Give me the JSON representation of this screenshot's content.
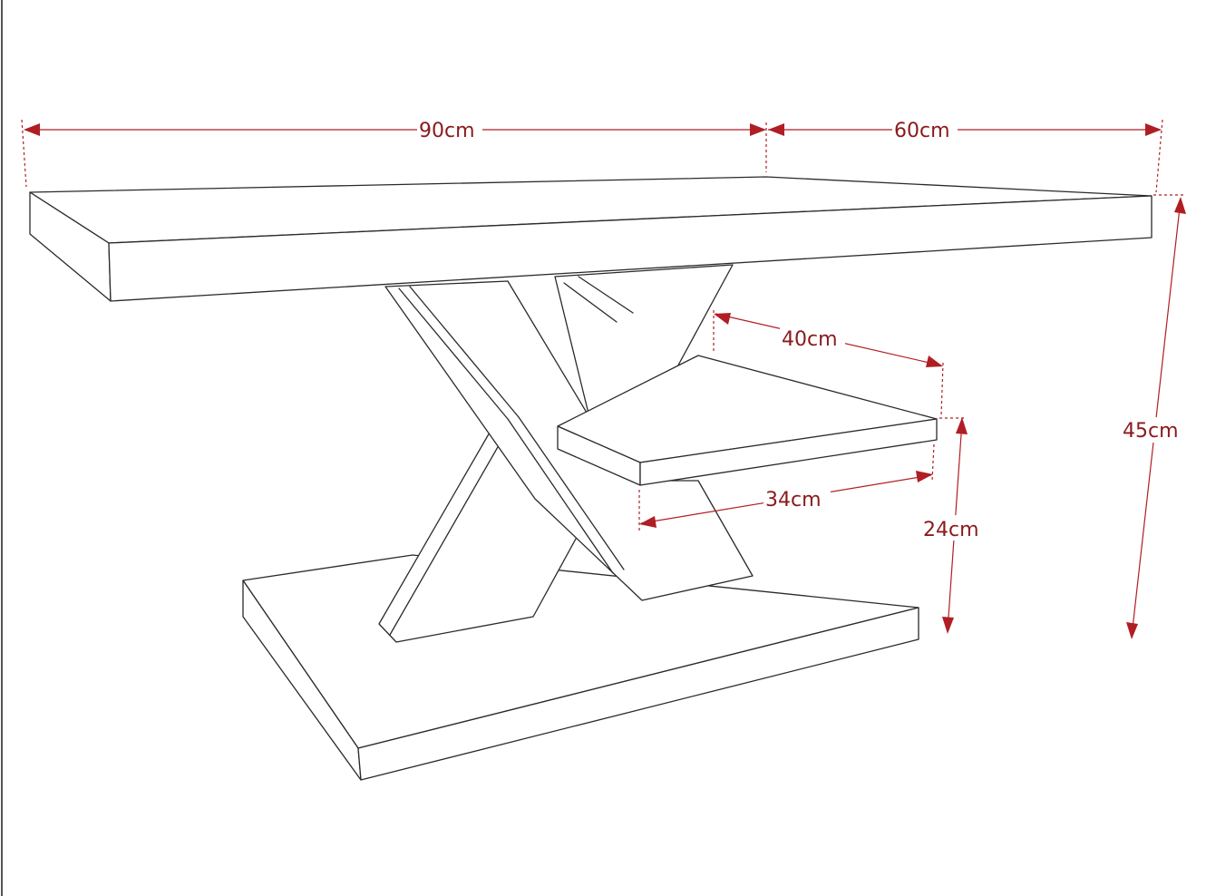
{
  "dimensions": {
    "length": "90cm",
    "width": "60cm",
    "height": "45cm",
    "shelf_depth": "40cm",
    "shelf_length": "34cm",
    "shelf_height": "24cm"
  },
  "colors": {
    "dimension_line": "#b01e23",
    "dimension_text": "#8a1a1c",
    "outline": "#2a2a2a",
    "background": "#ffffff"
  }
}
